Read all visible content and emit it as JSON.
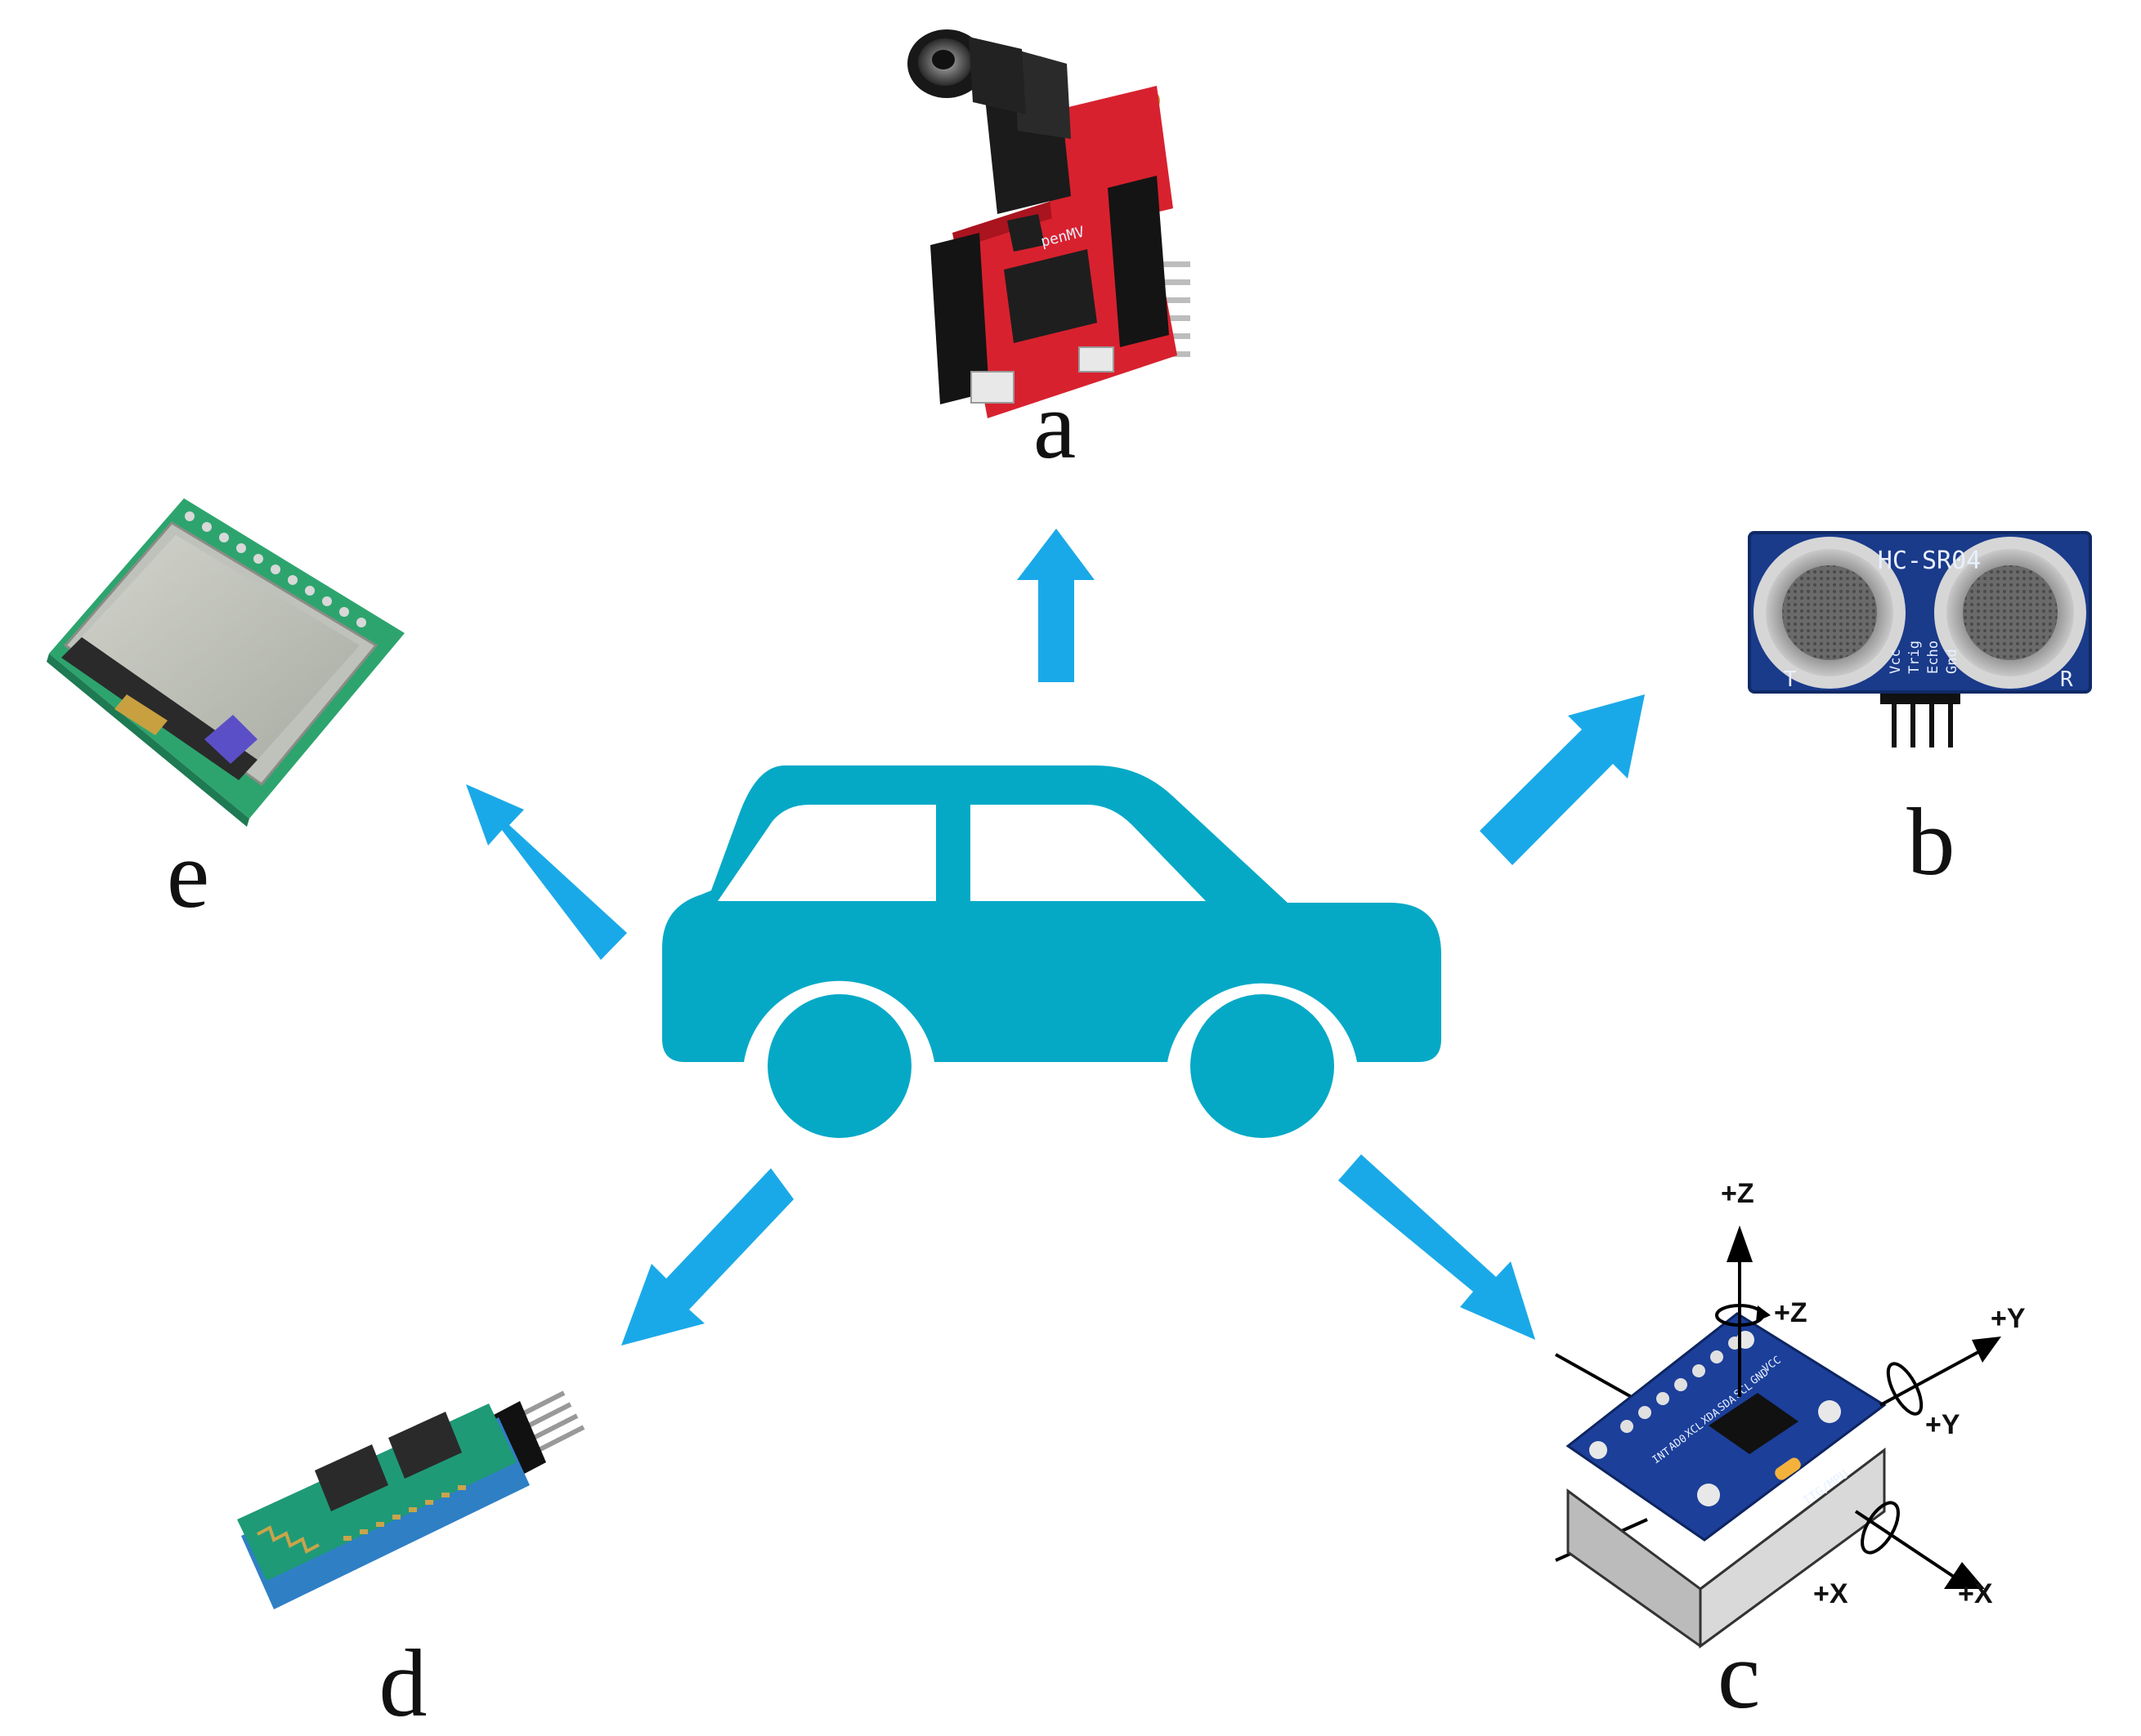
{
  "colors": {
    "car": "#05a9c6",
    "arrow": "#1aa9e8",
    "background": "#ffffff"
  },
  "icons": {
    "center": "car-icon",
    "arrows": "arrow-icon"
  },
  "labels": {
    "a": "a",
    "b": "b",
    "c": "c",
    "d": "d",
    "e": "e"
  },
  "modules": {
    "a": {
      "board_text": "penMV"
    },
    "b": {
      "model_text": "HC-SR04",
      "pins": [
        "Vcc",
        "Trig",
        "Echo",
        "Gnd"
      ],
      "t_label": "T",
      "r_label": "R"
    },
    "c": {
      "axes": [
        "+Z",
        "+Z",
        "+Y",
        "+Y",
        "+X",
        "+X"
      ],
      "pins": [
        "VCC",
        "GND",
        "SCL",
        "SDA",
        "XDA",
        "XCL",
        "AD0",
        "INT"
      ],
      "chip_text": "ITG/MPU"
    }
  }
}
